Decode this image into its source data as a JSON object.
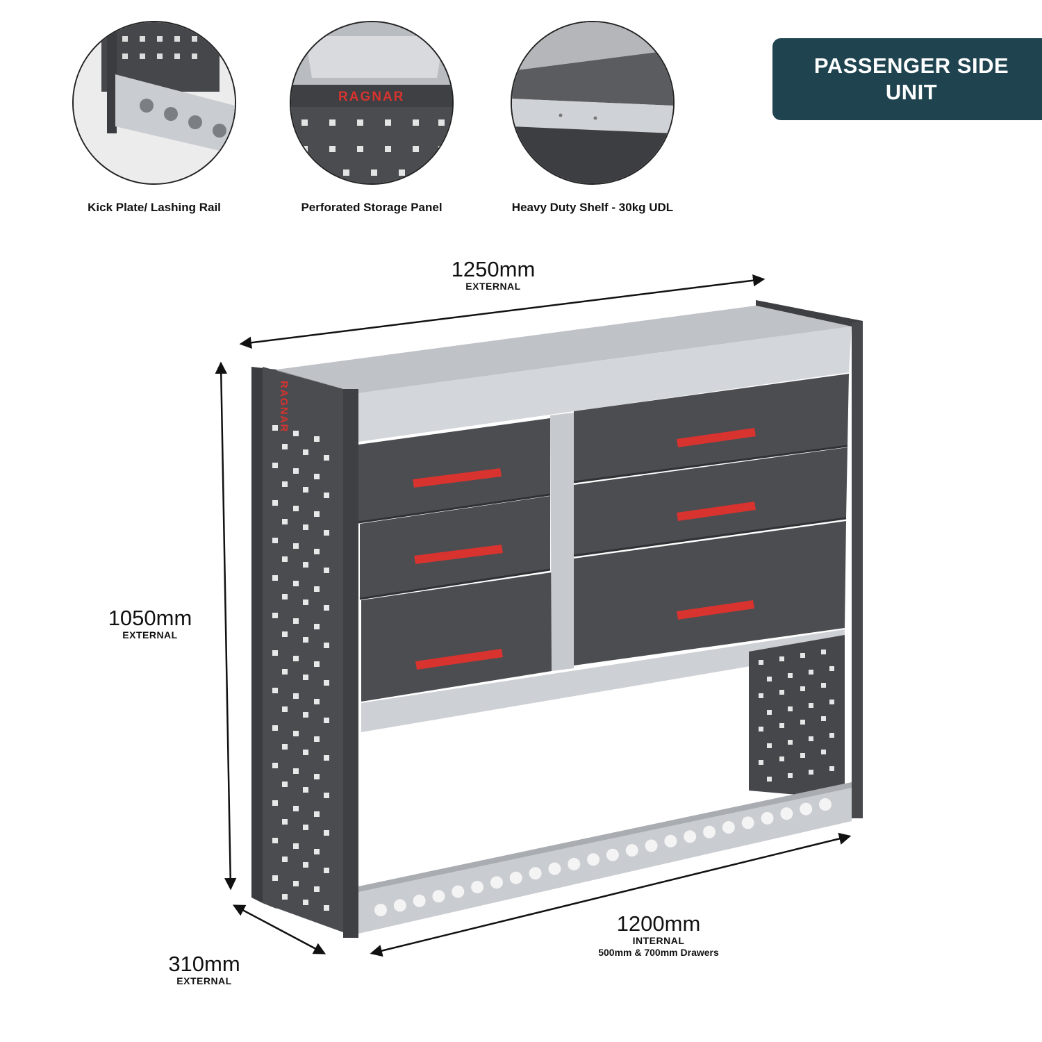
{
  "features": [
    {
      "name": "kick-plate",
      "caption": "Kick Plate/ Lashing Rail"
    },
    {
      "name": "perforated-panel",
      "caption": "Perforated Storage Panel"
    },
    {
      "name": "heavy-duty-shelf",
      "caption": "Heavy Duty Shelf - 30kg UDL"
    }
  ],
  "badge": {
    "text": "PASSENGER SIDE\nUNIT"
  },
  "brand": {
    "name": "RAGNAR"
  },
  "dimensions": {
    "width": {
      "value": "1250mm",
      "label": "EXTERNAL"
    },
    "height": {
      "value": "1050mm",
      "label": "EXTERNAL"
    },
    "depth": {
      "value": "310mm",
      "label": "EXTERNAL"
    },
    "internal": {
      "value": "1200mm",
      "label": "INTERNAL",
      "note": "500mm & 700mm Drawers"
    }
  },
  "colors": {
    "frame": "#4a4c50",
    "galvanised": "#c8cbcf",
    "drawer": "#4b4d51",
    "handle": "#d8332f",
    "badge": "#1f4450"
  }
}
